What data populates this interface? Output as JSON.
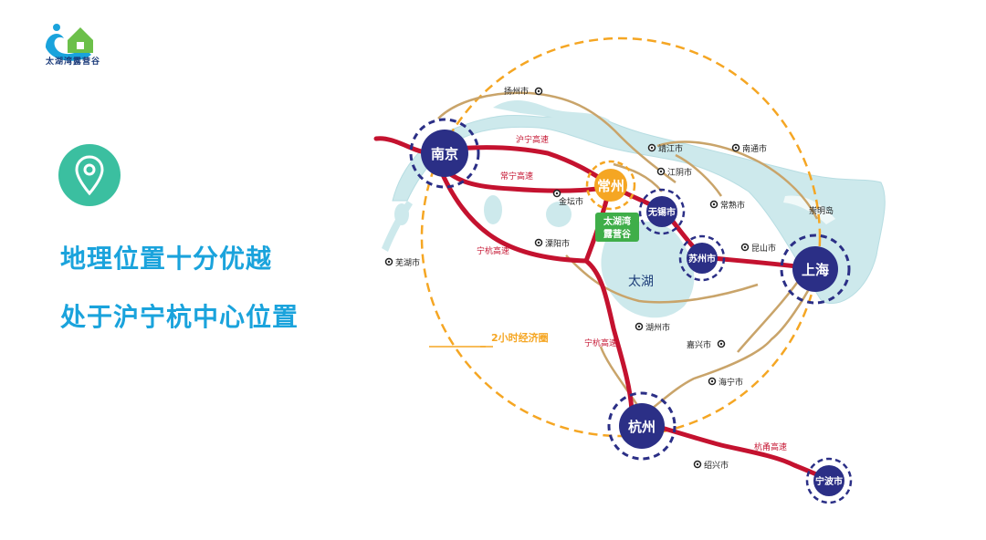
{
  "brand": {
    "logo_text": "太湖湾露营谷",
    "colors": {
      "teal": "#3bbfa0",
      "blue": "#1aa3dc",
      "navy": "#2b2f86",
      "red": "#c4122f",
      "orange": "#f5a623",
      "tan": "#c9a46a",
      "water": "#cde9ec"
    }
  },
  "headlines": [
    "地理位置十分优越",
    "处于沪宁杭中心位置"
  ],
  "map": {
    "hubs": {
      "nanjing": "南京",
      "changzhou": "常州",
      "wuxi": "无锡市",
      "suzhou": "苏州市",
      "shanghai": "上海",
      "hangzhou": "杭州",
      "ningbo": "宁波市"
    },
    "destination": [
      "太湖湾",
      "露营谷"
    ],
    "lake": "太湖",
    "island": "崇明岛",
    "cities": {
      "yangzhou": "扬州市",
      "jingjiang": "靖江市",
      "nantong": "南通市",
      "jiangyin": "江阴市",
      "jintan": "金坛市",
      "changshu": "常熟市",
      "liyang": "溧阳市",
      "kunshan": "昆山市",
      "wuhu": "芜湖市",
      "huzhou": "湖州市",
      "jiaxing": "嘉兴市",
      "haining": "海宁市",
      "shaoxing": "绍兴市"
    },
    "highways": {
      "huning": "沪宁高速",
      "changning": "常宁高速",
      "ninghang_west": "宁杭高速",
      "ninghang_south": "宁杭高速",
      "hangyong": "杭甬高速"
    },
    "economic_circle": "2小时经济圈"
  }
}
